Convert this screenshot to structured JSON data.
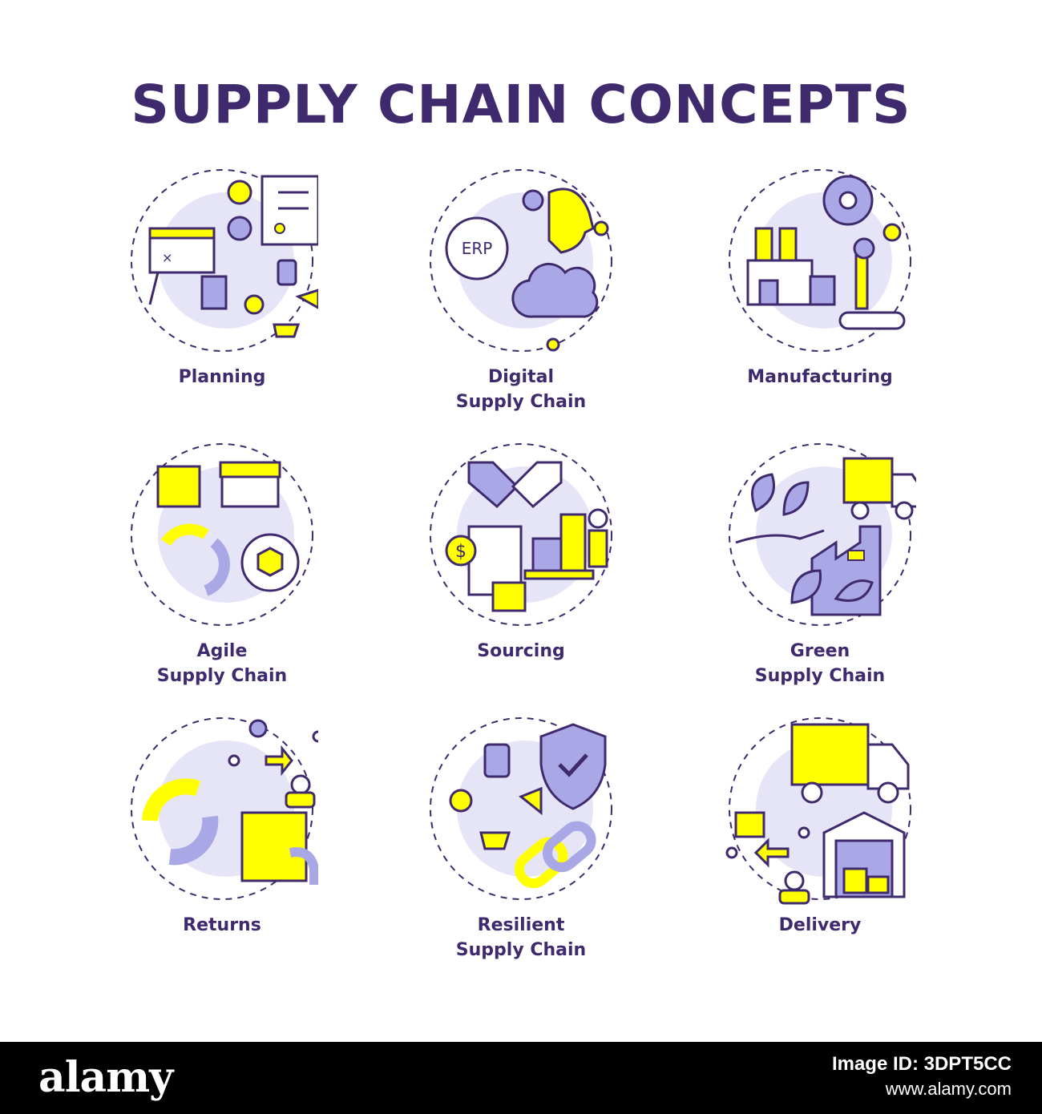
{
  "title": "SUPPLY CHAIN CONCEPTS",
  "colors": {
    "primary": "#3f2a6e",
    "accent": "#ffff00",
    "secondary": "#a9a7e6",
    "background_circle": "#e6e4f7"
  },
  "icons": [
    {
      "name": "planning-icon",
      "label_lines": [
        "Planning",
        ""
      ]
    },
    {
      "name": "digital-supply-chain-icon",
      "label_lines": [
        "Digital",
        "Supply Chain"
      ],
      "badge": "ERP"
    },
    {
      "name": "manufacturing-icon",
      "label_lines": [
        "Manufacturing",
        ""
      ]
    },
    {
      "name": "agile-supply-chain-icon",
      "label_lines": [
        "Agile",
        "Supply Chain"
      ]
    },
    {
      "name": "sourcing-icon",
      "label_lines": [
        "Sourcing",
        ""
      ],
      "badge": "$"
    },
    {
      "name": "green-supply-chain-icon",
      "label_lines": [
        "Green",
        "Supply Chain"
      ]
    },
    {
      "name": "returns-icon",
      "label_lines": [
        "Returns",
        ""
      ]
    },
    {
      "name": "resilient-supply-chain-icon",
      "label_lines": [
        "Resilient",
        "Supply Chain"
      ]
    },
    {
      "name": "delivery-icon",
      "label_lines": [
        "Delivery",
        ""
      ]
    }
  ],
  "footer": {
    "brand": "alamy",
    "image_id": "Image ID: 3DPT5CC",
    "url": "www.alamy.com"
  }
}
